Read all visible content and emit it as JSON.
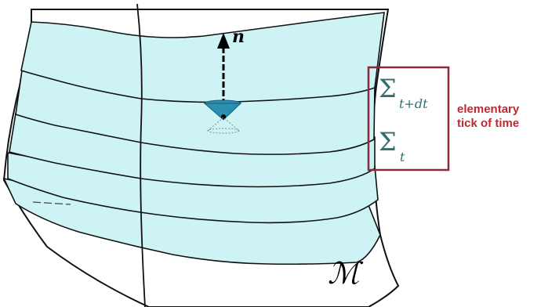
{
  "diagram": {
    "normal_label": "n",
    "sigma_symbol": "Σ",
    "sigma_t_dt_subscript": "t+dt",
    "sigma_t_subscript": "t",
    "manifold_label": "ℳ",
    "annotation_line1": "elementary",
    "annotation_line2": "tick of time"
  },
  "colors": {
    "slice_fill": "#cdf3f5",
    "outline": "#111111",
    "box_border": "#8b2a3a",
    "annotation_text": "#c0282f",
    "sigma_text": "#2f6f6e",
    "cone_fill": "#2a8fb0"
  }
}
